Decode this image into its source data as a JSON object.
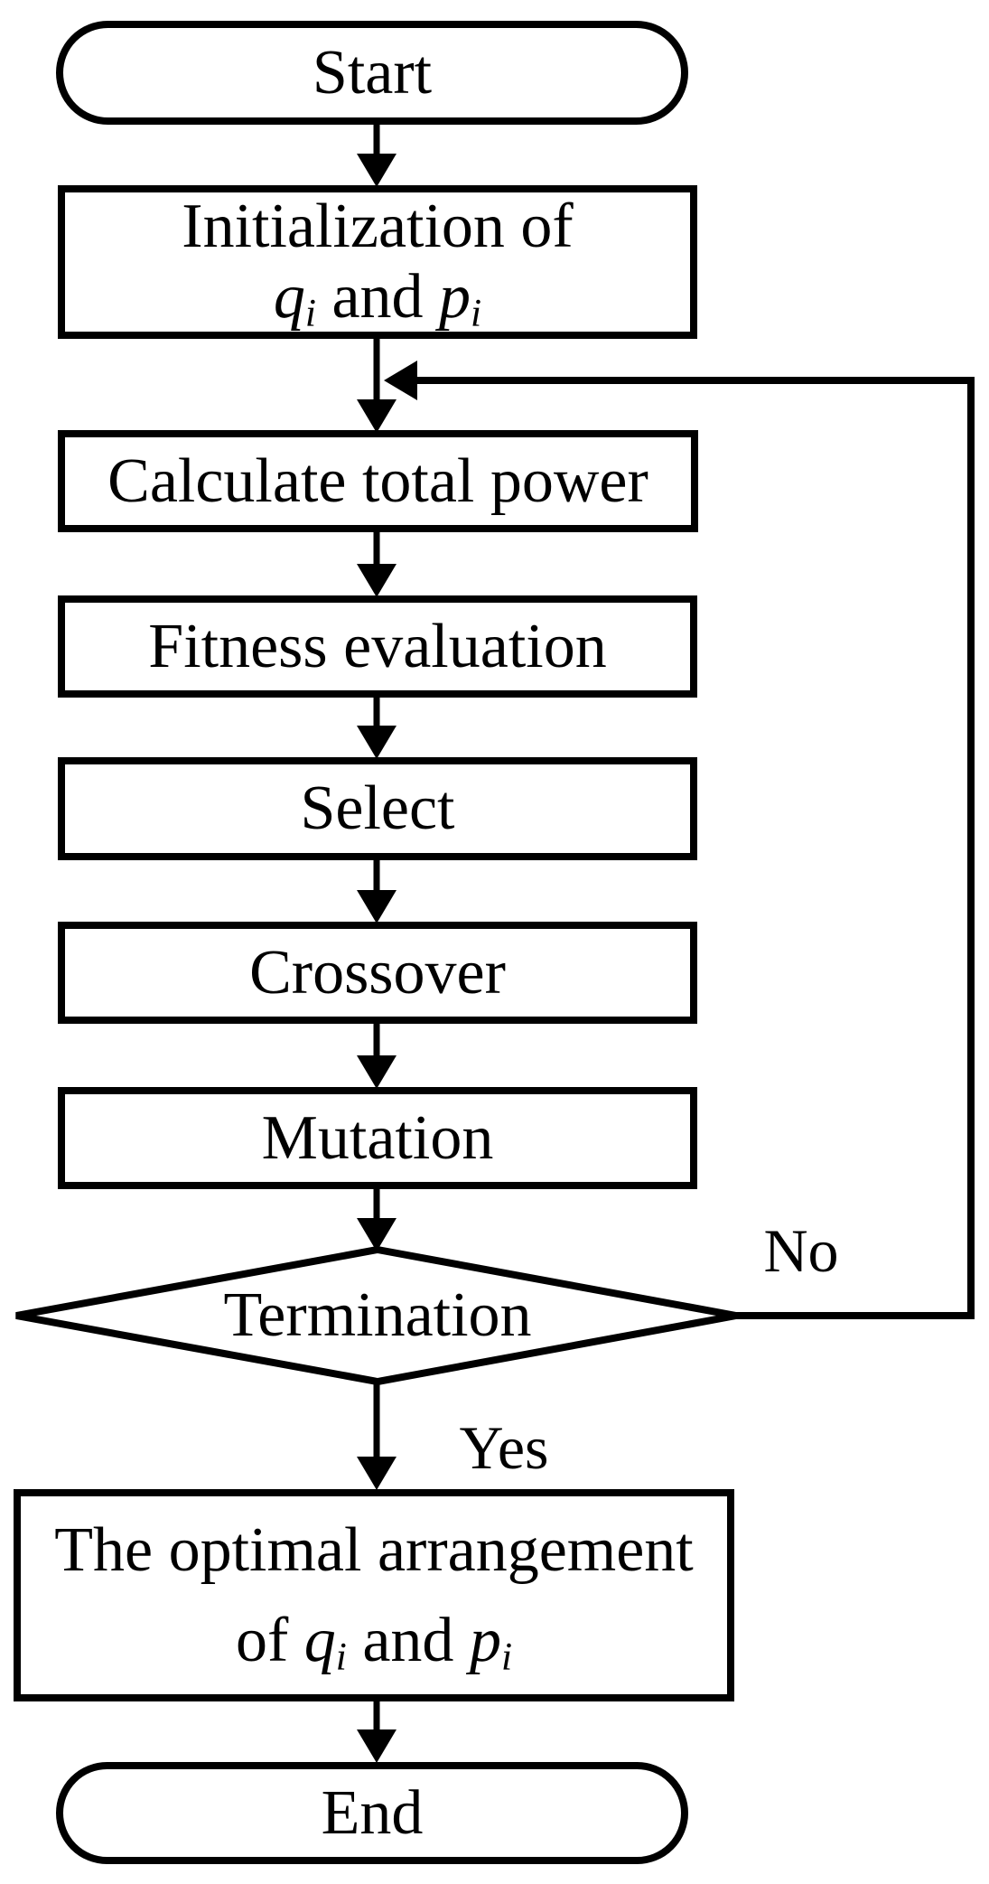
{
  "flowchart": {
    "colors": {
      "stroke": "#000000",
      "fill": "#ffffff"
    },
    "nodes": {
      "start": {
        "type": "terminator",
        "label": "Start"
      },
      "init": {
        "type": "process",
        "line1": "Initialization of",
        "math": {
          "v1": "q",
          "s1": "i",
          "mid": " and ",
          "v2": "p",
          "s2": "i"
        }
      },
      "calculate": {
        "type": "process",
        "label": "Calculate total power"
      },
      "fitness": {
        "type": "process",
        "label": "Fitness evaluation"
      },
      "select": {
        "type": "process",
        "label": "Select"
      },
      "crossover": {
        "type": "process",
        "label": "Crossover"
      },
      "mutation": {
        "type": "process",
        "label": "Mutation"
      },
      "termination": {
        "type": "decision",
        "label": "Termination"
      },
      "optimal": {
        "type": "process",
        "line1": "The optimal arrangement",
        "pre": "of ",
        "math": {
          "v1": "q",
          "s1": "i",
          "mid": " and ",
          "v2": "p",
          "s2": "i"
        }
      },
      "end": {
        "type": "terminator",
        "label": "End"
      }
    },
    "edges": [
      {
        "from": "start",
        "to": "init"
      },
      {
        "from": "init",
        "to": "calculate"
      },
      {
        "from": "calculate",
        "to": "fitness"
      },
      {
        "from": "fitness",
        "to": "select"
      },
      {
        "from": "select",
        "to": "crossover"
      },
      {
        "from": "crossover",
        "to": "mutation"
      },
      {
        "from": "mutation",
        "to": "termination"
      },
      {
        "from": "termination",
        "to": "optimal",
        "label": "Yes"
      },
      {
        "from": "termination",
        "to": "calculate",
        "label": "No"
      },
      {
        "from": "optimal",
        "to": "end"
      }
    ]
  }
}
